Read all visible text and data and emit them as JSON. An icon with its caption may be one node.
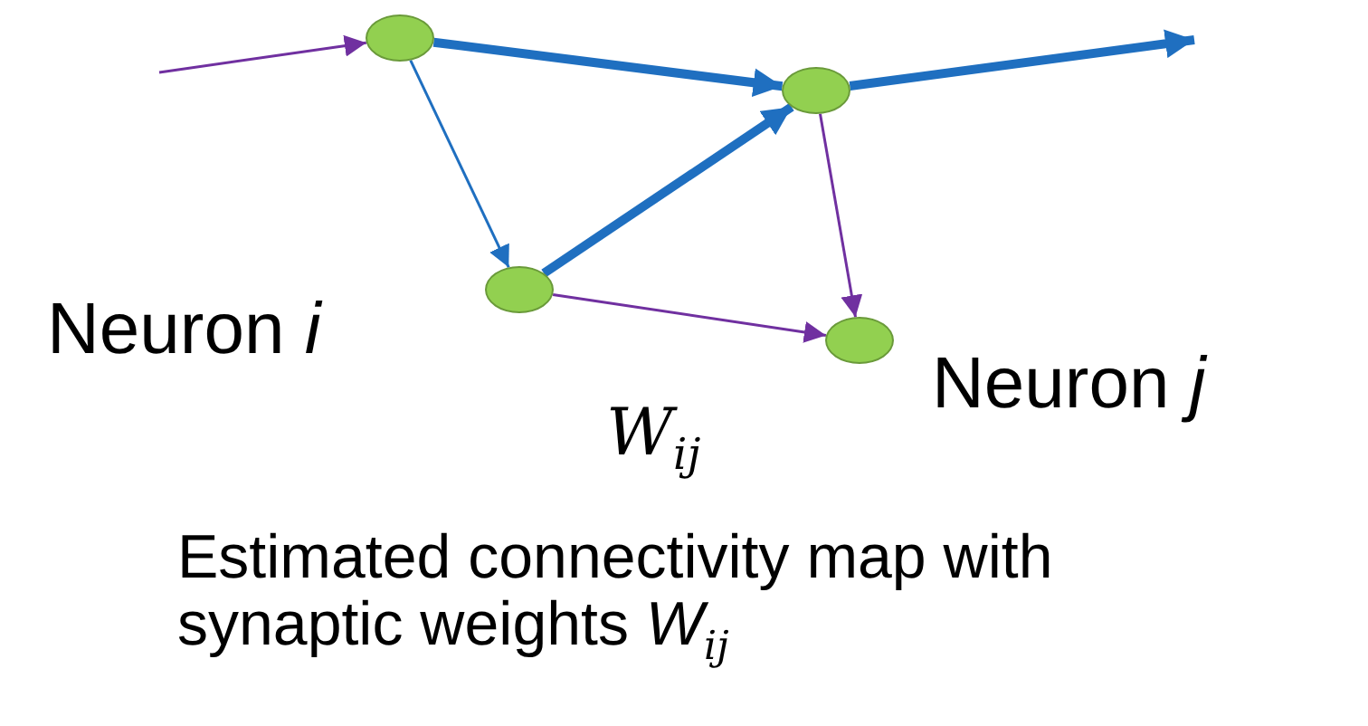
{
  "diagram": {
    "caption": "Estimated connectivity map with synaptic weights *W*$_{ij}$",
    "nodes": [
      {
        "text": [],
        "shape": "circle"
      },
      {
        "text": [],
        "shape": "circle"
      },
      {
        "text": [],
        "shape": "circle",
        "beside": [
          "Neuron *i*"
        ]
      },
      {
        "text": [],
        "shape": "circle",
        "beside": [
          "Neuron *j*"
        ]
      }
    ],
    "edges": [
      {
        "from": null,
        "to": 0,
        "arrow": "to",
        "color": "#7030a0"
      },
      {
        "from": 0,
        "to": 1,
        "arrow": "to",
        "style": "thick"
      },
      {
        "from": 0,
        "to": 2,
        "arrow": "to"
      },
      {
        "from": 2,
        "to": 1,
        "arrow": "to",
        "style": "thick"
      },
      {
        "from": 1,
        "to": null,
        "arrow": "to",
        "style": "thick"
      },
      {
        "from": 1,
        "to": 3,
        "arrow": "to",
        "color": "#7030a0"
      },
      {
        "from": 2,
        "to": 3,
        "arrow": "to",
        "color": "#7030a0",
        "label": "*W*$_{ij}$"
      }
    ]
  }
}
